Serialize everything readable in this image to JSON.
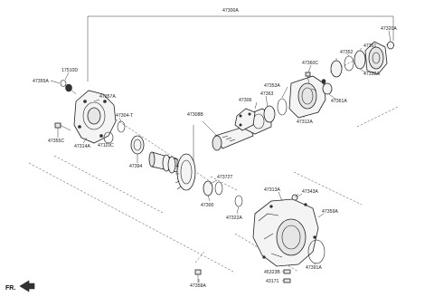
{
  "callouts": {
    "c47300A": "47300A",
    "c47320A": "47320A",
    "c47351": "47351",
    "c47352": "47352",
    "c47332A": "47332A",
    "c47360C": "47360C",
    "c47353A": "47353A",
    "c47361A": "47361A",
    "c47312A": "47312A",
    "c47306": "47306",
    "c47363": "47363",
    "c47308B": "47308B",
    "c17510D": "17510D",
    "c47355A": "47355A",
    "c47357A": "47357A",
    "c47304T": "47304-T",
    "c47355C": "47355C",
    "c47314A": "47314A",
    "c47110C": "47110C",
    "c47394": "47394",
    "c47372T": "47372T",
    "c47300": "47300",
    "c47322A": "47322A",
    "c47313A": "47313A",
    "c47343A": "47343A",
    "c47359A": "47359A",
    "c47391A": "47391A",
    "c45323B": "45323B",
    "c43171": "43171",
    "c47358A": "47358A"
  },
  "footer": {
    "fr": "FR."
  }
}
